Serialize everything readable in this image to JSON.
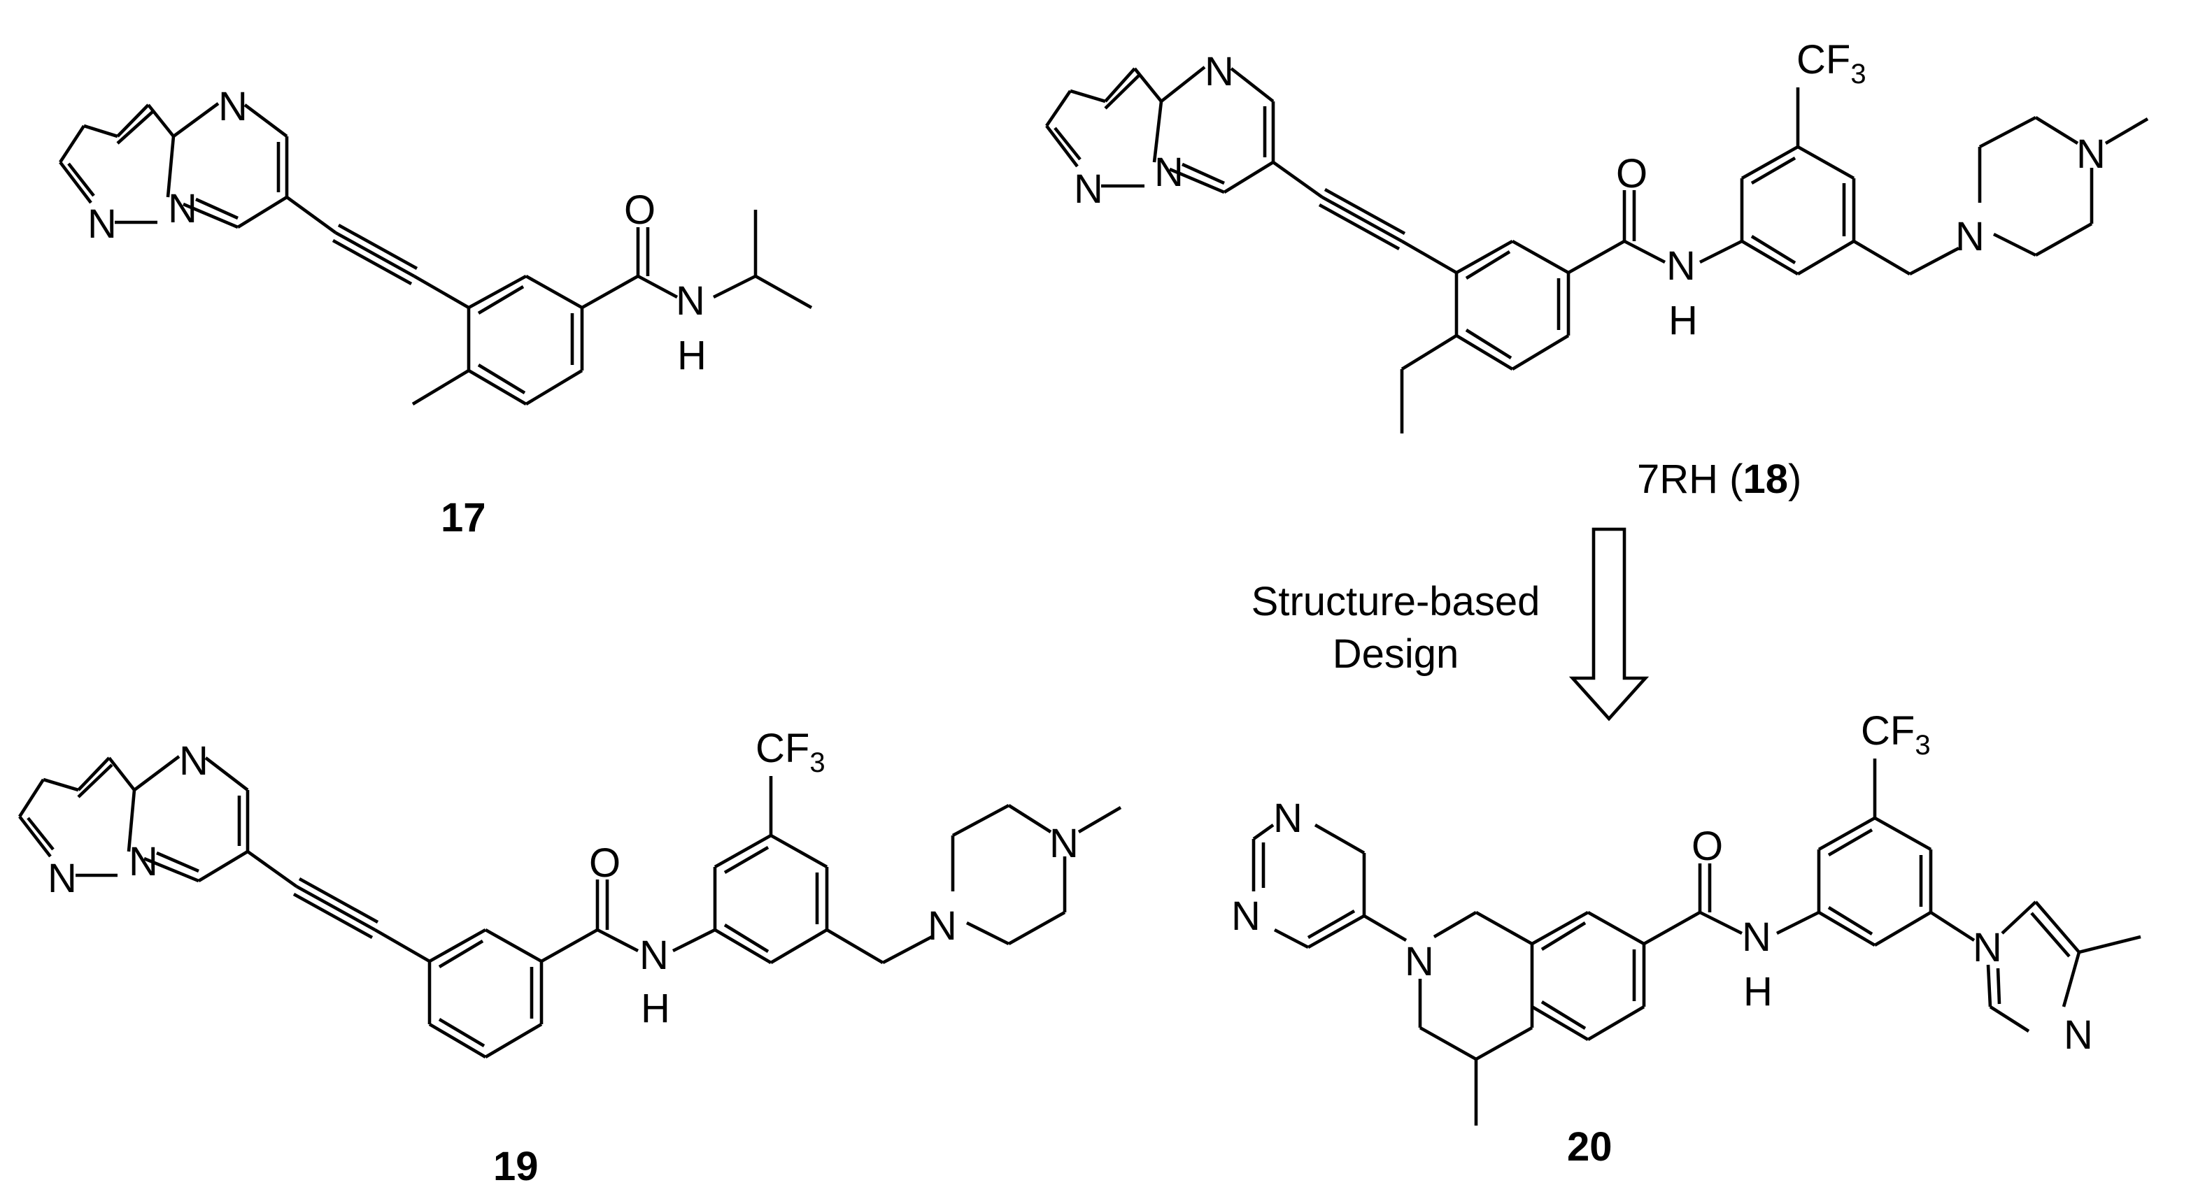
{
  "compounds": [
    {
      "id": "17",
      "label": "17"
    },
    {
      "id": "18",
      "label_prefix": "7RH (",
      "label_bold": "18",
      "label_suffix": ")"
    },
    {
      "id": "19",
      "label": "19"
    },
    {
      "id": "20",
      "label": "20"
    }
  ],
  "atoms": {
    "n": "N",
    "nh_n": "N",
    "nh_h": "H",
    "o": "O",
    "cf3_main": "CF",
    "cf3_sub": "3"
  },
  "transform": {
    "line1": "Structure-based",
    "line2": "Design"
  }
}
